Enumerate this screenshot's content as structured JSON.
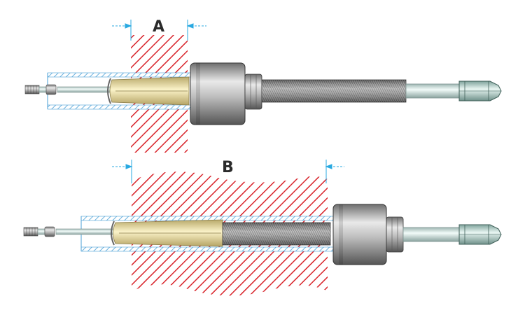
{
  "labels": {
    "a": "A",
    "b": "B"
  },
  "colors": {
    "background": "#ffffff",
    "hatch": "#d8232a",
    "dimension_line": "#29a9e1",
    "sleeve_hatch": "#4a9fd6",
    "metal_dark": "#7a7a7a",
    "metal_light": "#e6e6e6",
    "collet": "#f4e7a8",
    "rod": "#dff3ef",
    "hex_end": "#cfe9e3"
  },
  "icons": [
    "hatched-wall",
    "dimension-arrow",
    "puller-tool",
    "threaded-spindle",
    "hex-drive-end"
  ]
}
